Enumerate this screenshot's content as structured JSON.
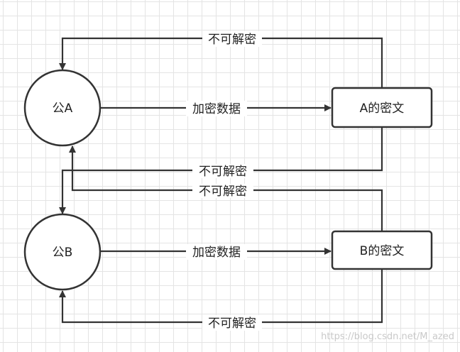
{
  "nodes": {
    "pub_a": "公A",
    "pub_b": "公B",
    "cipher_a": "A的密文",
    "cipher_b": "B的密文"
  },
  "edges": {
    "cannot_decrypt_top": "不可解密",
    "encrypt_a": "加密数据",
    "cannot_decrypt_cross_1": "不可解密",
    "cannot_decrypt_cross_2": "不可解密",
    "encrypt_b": "加密数据",
    "cannot_decrypt_bottom": "不可解密"
  },
  "watermark": "https://blog.csdn.net/M_azed",
  "colors": {
    "stroke": "#333333",
    "grid": "#e4e4e4",
    "fill": "#ffffff"
  }
}
